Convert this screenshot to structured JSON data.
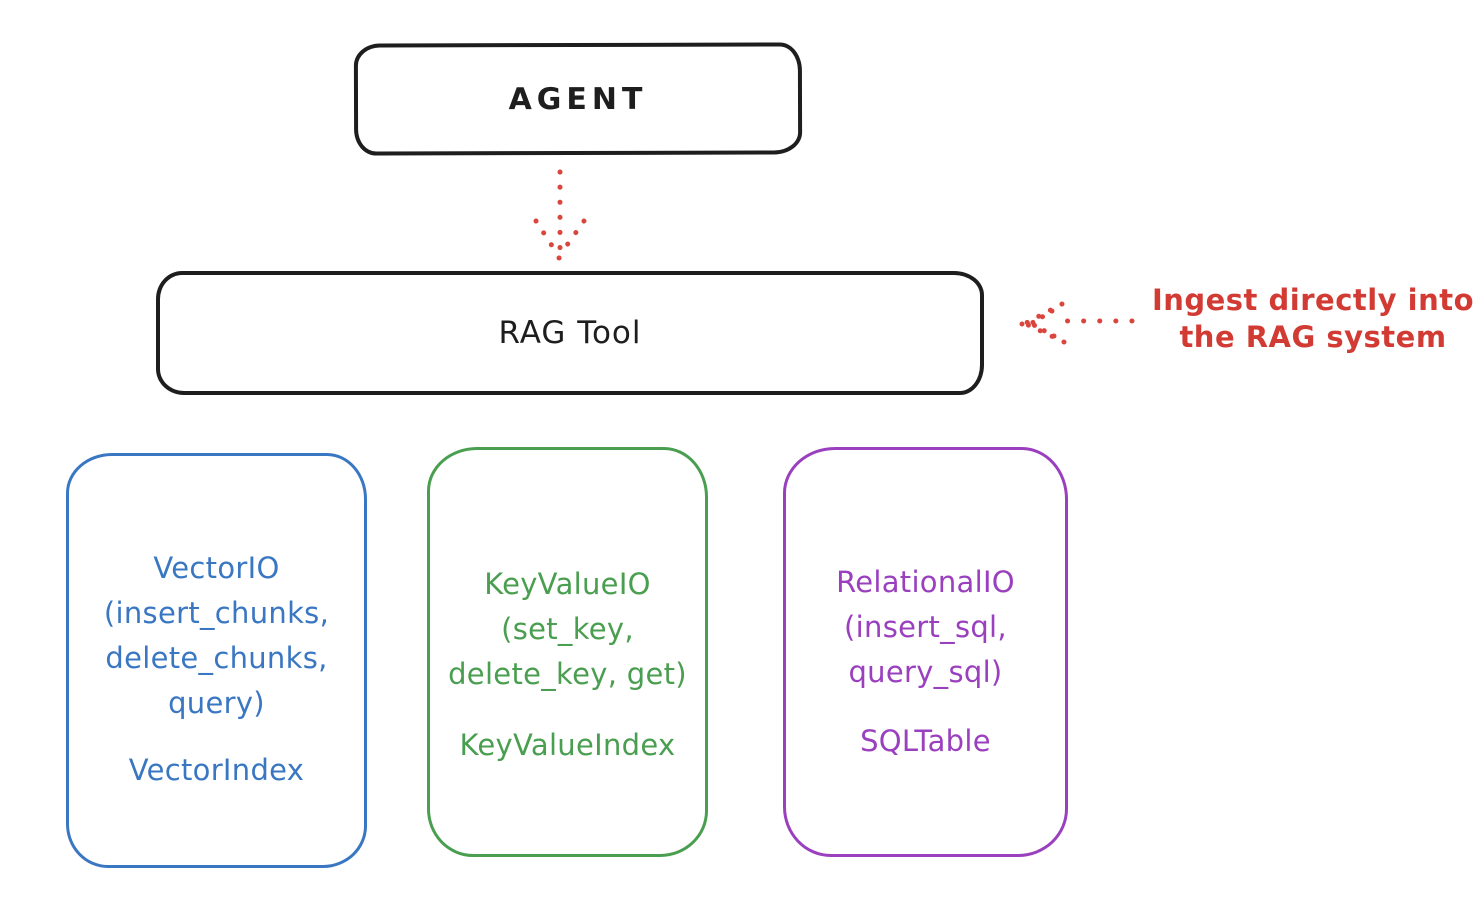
{
  "agent_box": {
    "label": "AGENT"
  },
  "rag_tool_box": {
    "label": "RAG Tool"
  },
  "annotation": {
    "line1": "Ingest directly into",
    "line2": "the RAG system"
  },
  "arrows": {
    "agent_to_rag": "dotted-down-arrow",
    "annotation_to_rag": "dotted-left-arrow"
  },
  "cards": [
    {
      "name": "vector-io",
      "lines": [
        "VectorIO",
        "(insert_chunks,",
        "delete_chunks,",
        "query)"
      ],
      "footer": "VectorIndex",
      "color": "#3a77c2"
    },
    {
      "name": "keyvalue-io",
      "lines": [
        "KeyValueIO",
        "(set_key,",
        "delete_key, get)"
      ],
      "footer": "KeyValueIndex",
      "color": "#4a9e50"
    },
    {
      "name": "relational-io",
      "lines": [
        "RelationalIO",
        "(insert_sql,",
        "query_sql)"
      ],
      "footer": "SQLTable",
      "color": "#9a40bf"
    }
  ],
  "colors": {
    "ink": "#1e1e1e",
    "red": "#d23b33",
    "blue": "#3a77c2",
    "green": "#4a9e50",
    "purple": "#9a40bf",
    "background": "#ffffff"
  }
}
